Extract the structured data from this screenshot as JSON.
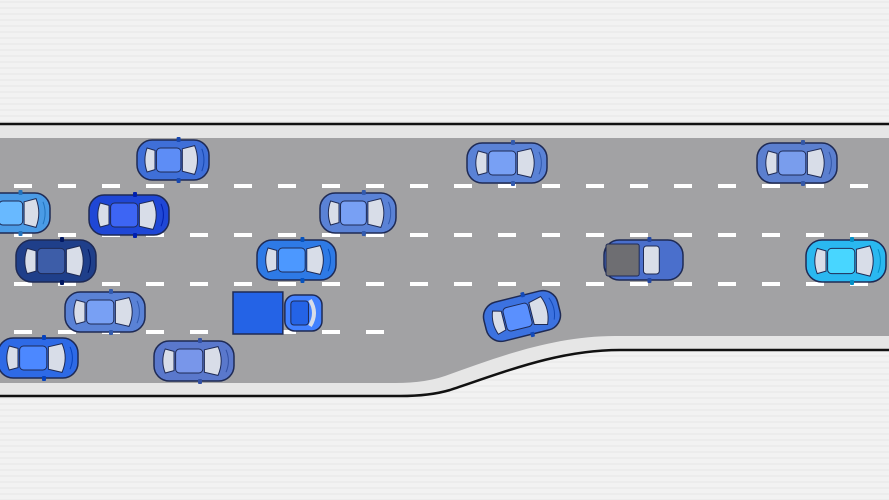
{
  "scene": {
    "name": "highway-merge-traffic",
    "colors": {
      "background": "#f2f2f2",
      "road": "#a2a2a4",
      "shoulder": "#e6e6e6",
      "edge_line": "#111111",
      "lane_dash": "#ffffff",
      "glass": "#d8dde8",
      "outline": "#1e2a55"
    },
    "lane_count": 4,
    "merge_lane": true,
    "vehicles": [
      {
        "kind": "car",
        "color": "#3f6fd8",
        "lane": 1,
        "heading": "right"
      },
      {
        "kind": "car",
        "color": "#5a82d6",
        "lane": 1,
        "heading": "right"
      },
      {
        "kind": "car",
        "color": "#5b7fcf",
        "lane": 1,
        "heading": "right"
      },
      {
        "kind": "car",
        "color": "#4a9be6",
        "lane": 2,
        "heading": "right"
      },
      {
        "kind": "car",
        "color": "#1f47d6",
        "lane": 2,
        "heading": "right"
      },
      {
        "kind": "car",
        "color": "#5a82d6",
        "lane": 2,
        "heading": "right"
      },
      {
        "kind": "car",
        "color": "#1f3f8a",
        "lane": 3,
        "heading": "right"
      },
      {
        "kind": "car",
        "color": "#2e7ae6",
        "lane": 3,
        "heading": "right"
      },
      {
        "kind": "pickup",
        "color": "#4a6fcc",
        "lane": 3,
        "heading": "right"
      },
      {
        "kind": "car",
        "color": "#2ab8f0",
        "lane": 3,
        "heading": "right"
      },
      {
        "kind": "car",
        "color": "#5a82d6",
        "lane": 4,
        "heading": "right"
      },
      {
        "kind": "truck",
        "color": "#2463e6",
        "lane": 4,
        "heading": "right"
      },
      {
        "kind": "car",
        "color": "#3c72e0",
        "lane": 4,
        "heading": "merging"
      },
      {
        "kind": "car",
        "color": "#2e6ae6",
        "lane": 5,
        "heading": "right"
      },
      {
        "kind": "car",
        "color": "#5a78cc",
        "lane": 5,
        "heading": "right"
      }
    ]
  }
}
